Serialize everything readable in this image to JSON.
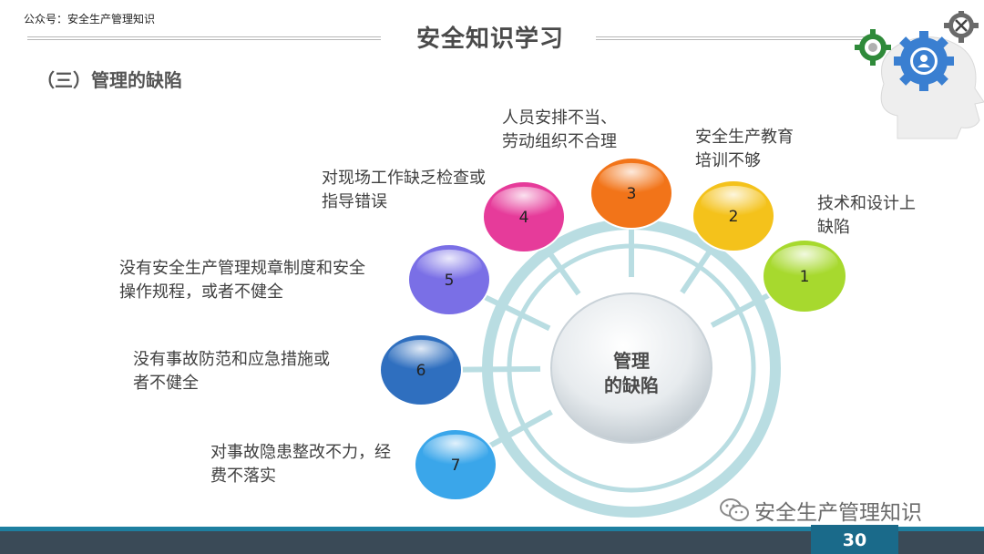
{
  "header": {
    "top_label": "公众号：安全生产管理知识",
    "title": "安全知识学习"
  },
  "section": {
    "subtitle": "（三）管理的缺陷"
  },
  "center": {
    "line1": "管理",
    "line2": "的缺陷"
  },
  "items": [
    {
      "num": "1",
      "lines": [
        "技术和设计上",
        "缺陷"
      ],
      "color": "#a7d92e"
    },
    {
      "num": "2",
      "lines": [
        "安全生产教育",
        "培训不够"
      ],
      "color": "#f4c21b"
    },
    {
      "num": "3",
      "lines": [
        "人员安排不当、",
        "劳动组织不合理"
      ],
      "color": "#f27419"
    },
    {
      "num": "4",
      "lines": [
        "对现场工作缺乏检查或",
        "指导错误"
      ],
      "color": "#e63b9a"
    },
    {
      "num": "5",
      "lines": [
        "没有安全生产管理规章制度和安全",
        "操作规程，或者不健全"
      ],
      "color": "#7a6fe6"
    },
    {
      "num": "6",
      "lines": [
        "没有事故防范和应急措施或",
        "者不健全"
      ],
      "color": "#2f6fbf"
    },
    {
      "num": "7",
      "lines": [
        "对事故隐患整改不力，经",
        "费不落实"
      ],
      "color": "#3aa6ea"
    }
  ],
  "footer": {
    "brand": "安全生产管理知识",
    "page_number": "30"
  },
  "colors": {
    "ring": "#b9dde2",
    "footer_bar": "#3a4a57",
    "page_box": "#1a6a8a"
  },
  "icons": [
    "gear-icon",
    "head-icon",
    "wechat-icon",
    "tools-icon"
  ]
}
